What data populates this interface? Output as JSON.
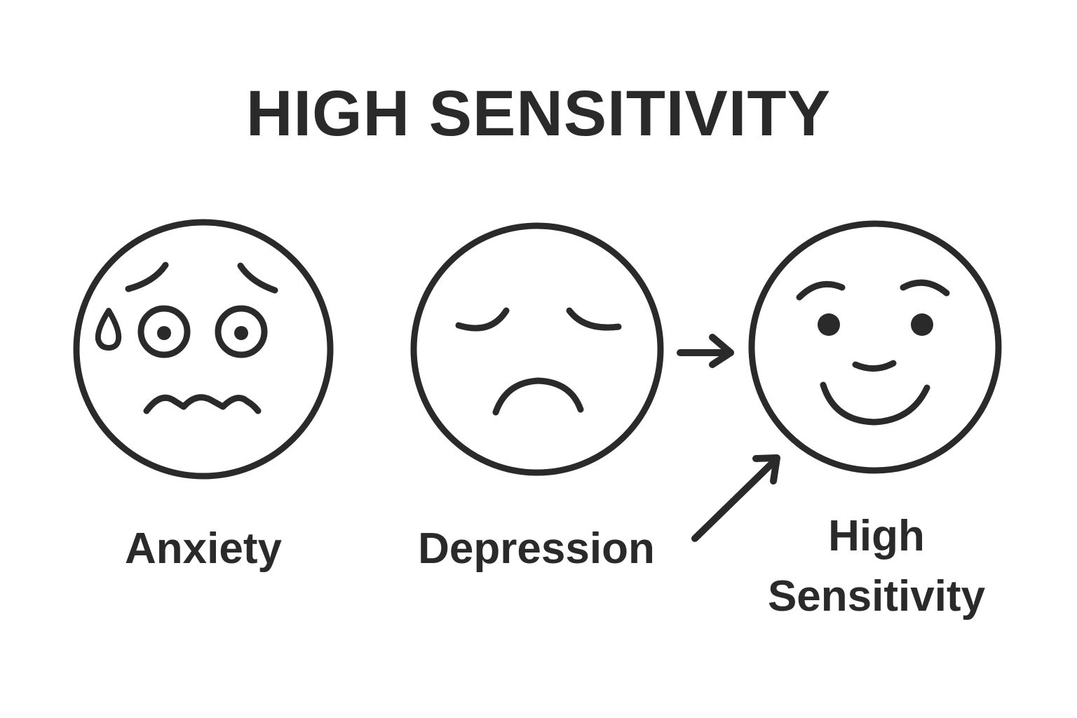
{
  "title": "HIGH SENSITIVITY",
  "faces": [
    {
      "label": "Anxiety",
      "expression": "anxious-face",
      "features": [
        "worried-eyebrows",
        "wide-eyes",
        "sweat-drop",
        "wavy-mouth"
      ]
    },
    {
      "label": "Depression",
      "expression": "sad-face",
      "features": [
        "closed-downcast-eyes",
        "frown"
      ]
    },
    {
      "label_line1": "High",
      "label_line2": "Sensitivity",
      "expression": "happy-face",
      "features": [
        "raised-eyebrows",
        "dot-eyes",
        "nose",
        "smile"
      ]
    }
  ],
  "arrows": [
    {
      "from": "Depression",
      "to": "High Sensitivity",
      "direction": "right"
    },
    {
      "from": "Depression label",
      "to": "High Sensitivity",
      "direction": "up-right"
    }
  ],
  "colors": {
    "stroke": "#2a2a2a",
    "background": "#ffffff"
  }
}
